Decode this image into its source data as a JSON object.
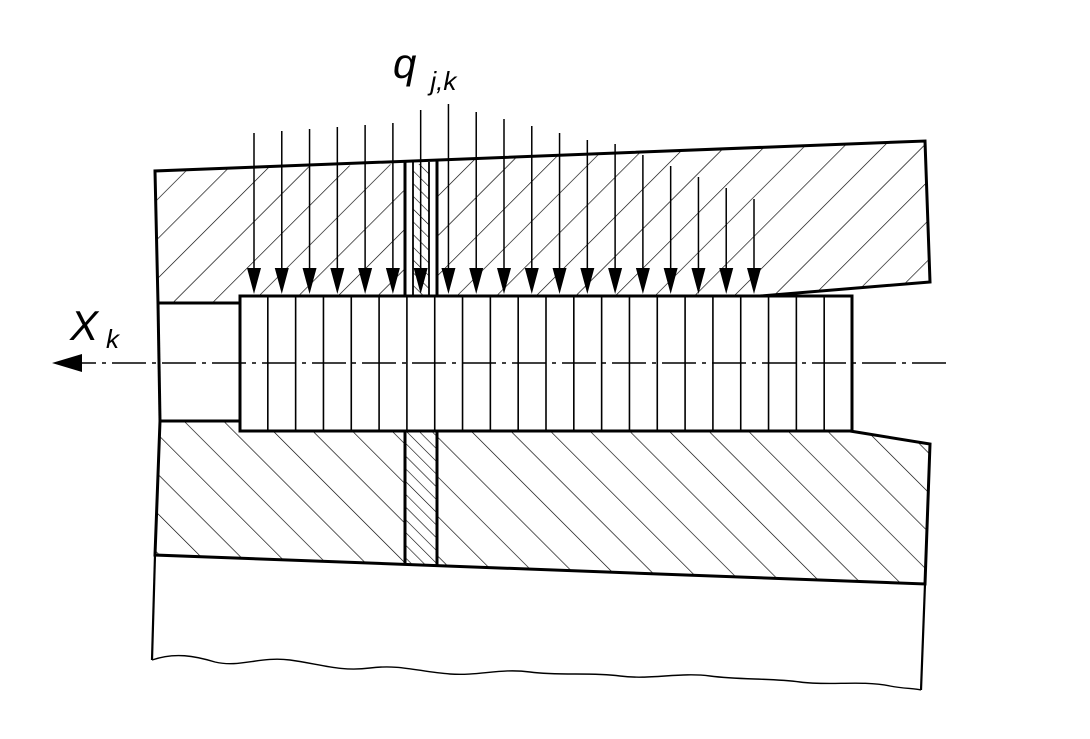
{
  "labels": {
    "load_main": "q",
    "load_sub": "j,k",
    "axis_main": "X",
    "axis_sub": "k"
  },
  "colors": {
    "stroke": "#000000",
    "background": "#ffffff"
  },
  "load_arrow_count": 19,
  "insert_ring_count": 22
}
